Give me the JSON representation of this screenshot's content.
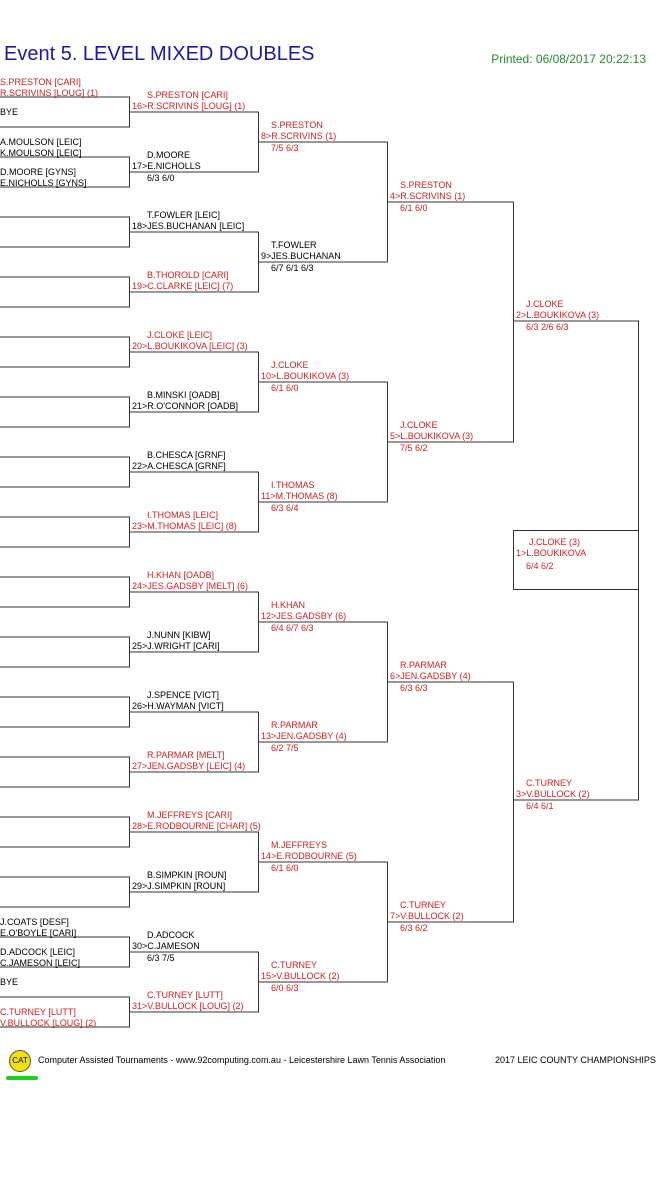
{
  "header": {
    "title": "Event 5. LEVEL MIXED DOUBLES",
    "printed": "Printed: 06/08/2017 20:22:13"
  },
  "round1": [
    [
      "S.PRESTON [CARI]",
      "R.SCRIVINS [LOUG] (1)",
      "red"
    ],
    [
      "BYE",
      "",
      "blk"
    ],
    [
      "A.MOULSON [LEIC]",
      "K.MOULSON [LEIC]",
      "blk"
    ],
    [
      "D.MOORE [GYNS]",
      "E.NICHOLLS [GYNS]",
      "blk"
    ],
    [
      "",
      "",
      "blk"
    ],
    [
      "",
      "",
      "blk"
    ],
    [
      "",
      "",
      "blk"
    ],
    [
      "",
      "",
      "blk"
    ],
    [
      "",
      "",
      "blk"
    ],
    [
      "",
      "",
      "blk"
    ],
    [
      "",
      "",
      "blk"
    ],
    [
      "",
      "",
      "blk"
    ],
    [
      "",
      "",
      "blk"
    ],
    [
      "",
      "",
      "blk"
    ],
    [
      "",
      "",
      "blk"
    ],
    [
      "",
      "",
      "blk"
    ],
    [
      "",
      "",
      "blk"
    ],
    [
      "",
      "",
      "blk"
    ],
    [
      "",
      "",
      "blk"
    ],
    [
      "",
      "",
      "blk"
    ],
    [
      "",
      "",
      "blk"
    ],
    [
      "",
      "",
      "blk"
    ],
    [
      "",
      "",
      "blk"
    ],
    [
      "",
      "",
      "blk"
    ],
    [
      "",
      "",
      "blk"
    ],
    [
      "",
      "",
      "blk"
    ],
    [
      "",
      "",
      "blk"
    ],
    [
      "",
      "",
      "blk"
    ],
    [
      "J.COATS [DESF]",
      "E.O'BOYLE [CARI]",
      "blk"
    ],
    [
      "D.ADCOCK [LEIC]",
      "C.JAMESON [LEIC]",
      "blk"
    ],
    [
      "BYE",
      "",
      "blk"
    ],
    [
      "C.TURNEY [LUTT]",
      "V.BULLOCK [LOUG] (2)",
      "red"
    ]
  ],
  "round2": [
    [
      "S.PRESTON [CARI]",
      "16>R.SCRIVINS [LOUG] (1)",
      "",
      "red"
    ],
    [
      "D.MOORE",
      "17>E.NICHOLLS",
      "6/3 6/0",
      "blk"
    ],
    [
      "T.FOWLER [LEIC]",
      "18>JES.BUCHANAN [LEIC]",
      "",
      "blk"
    ],
    [
      "B.THOROLD [CARI]",
      "19>C.CLARKE [LEIC] (7)",
      "",
      "red"
    ],
    [
      "J.CLOKE [LEIC]",
      "20>L.BOUKIKOVA [LEIC] (3)",
      "",
      "red"
    ],
    [
      "B.MINSKI [OADB]",
      "21>R.O'CONNOR [OADB]",
      "",
      "blk"
    ],
    [
      "B.CHESCA [GRNF]",
      "22>A.CHESCA [GRNF]",
      "",
      "blk"
    ],
    [
      "I.THOMAS [LEIC]",
      "23>M.THOMAS [LEIC] (8)",
      "",
      "red"
    ],
    [
      "H.KHAN [OADB]",
      "24>JES.GADSBY [MELT] (6)",
      "",
      "red"
    ],
    [
      "J.NUNN [KIBW]",
      "25>J.WRIGHT [CARI]",
      "",
      "blk"
    ],
    [
      "J.SPENCE [VICT]",
      "26>H.WAYMAN [VICT]",
      "",
      "blk"
    ],
    [
      "R.PARMAR [MELT]",
      "27>JEN.GADSBY [LEIC] (4)",
      "",
      "red"
    ],
    [
      "M.JEFFREYS [CARI]",
      "28>E.RODBOURNE [CHAR] (5)",
      "",
      "red"
    ],
    [
      "B.SIMPKIN [ROUN]",
      "29>J.SIMPKIN [ROUN]",
      "",
      "blk"
    ],
    [
      "D.ADCOCK",
      "30>C.JAMESON",
      "6/3 7/5",
      "blk"
    ],
    [
      "C.TURNEY [LUTT]",
      "31>V.BULLOCK [LOUG] (2)",
      "",
      "red"
    ]
  ],
  "round3": [
    [
      "S.PRESTON",
      "8>R.SCRIVINS (1)",
      "7/5 6/3",
      "red"
    ],
    [
      "T.FOWLER",
      "9>JES.BUCHANAN",
      "6/7 6/1 6/3",
      "blk"
    ],
    [
      "J.CLOKE",
      "10>L.BOUKIKOVA (3)",
      "6/1 6/0",
      "red"
    ],
    [
      "I.THOMAS",
      "11>M.THOMAS (8)",
      "6/3 6/4",
      "red"
    ],
    [
      "H.KHAN",
      "12>JES.GADSBY (6)",
      "6/4 6/7 6/3",
      "red"
    ],
    [
      "R.PARMAR",
      "13>JEN.GADSBY (4)",
      "6/2 7/5",
      "red"
    ],
    [
      "M.JEFFREYS",
      "14>E.RODBOURNE (5)",
      "6/1 6/0",
      "red"
    ],
    [
      "C.TURNEY",
      "15>V.BULLOCK (2)",
      "6/0 6/3",
      "red"
    ]
  ],
  "round4": [
    [
      "S.PRESTON",
      "4>R.SCRIVINS (1)",
      "6/1 6/0",
      "red"
    ],
    [
      "J.CLOKE",
      "5>L.BOUKIKOVA (3)",
      "7/5 6/2",
      "red"
    ],
    [
      "R.PARMAR",
      "6>JEN.GADSBY (4)",
      "6/3 6/3",
      "red"
    ],
    [
      "C.TURNEY",
      "7>V.BULLOCK (2)",
      "6/3 6/2",
      "red"
    ]
  ],
  "round5": [
    [
      "J.CLOKE",
      "2>L.BOUKIKOVA (3)",
      "6/3 2/6 6/3",
      "red"
    ],
    [
      "C.TURNEY",
      "3>V.BULLOCK (2)",
      "6/4 6/1",
      "red"
    ]
  ],
  "final": [
    "J.CLOKE (3)",
    "1>L.BOUKIKOVA",
    "6/4 6/2",
    "red"
  ],
  "footer": {
    "logo": "CAT",
    "credit": "Computer Assisted Tournaments - www.92computing.com.au -  Leicestershire Lawn Tennis Association",
    "event": "2017 LEIC COUNTY CHAMPIONSHIPS"
  }
}
